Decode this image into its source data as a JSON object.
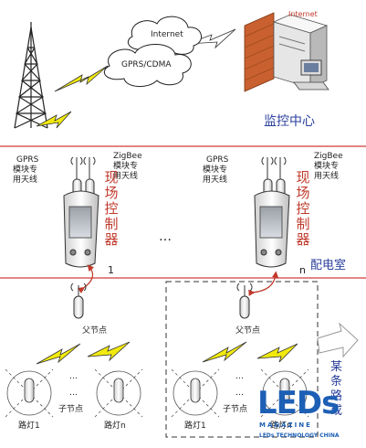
{
  "top": {
    "internet_cloud_label": "Internet",
    "gprs_cloud_label": "GPRS/CDMA",
    "server_label": "Internet",
    "center_label": "监控中心"
  },
  "controllers": [
    {
      "gprs_label_1": "GPRS",
      "gprs_label_2": "模块专",
      "gprs_label_3": "用天线",
      "zigbee_label_1": "ZigBee",
      "zigbee_label_2": "模块专",
      "zigbee_label_3": "用天线",
      "vertical_label": "现场控制器",
      "index": "1"
    },
    {
      "gprs_label_1": "GPRS",
      "gprs_label_2": "模块专",
      "gprs_label_3": "用天线",
      "zigbee_label_1": "ZigBee",
      "zigbee_label_2": "模块专",
      "zigbee_label_3": "用天线",
      "vertical_label": "现场控制器",
      "index": "n"
    }
  ],
  "ellipsis_mid": "…",
  "room_label": "配电室",
  "networks": [
    {
      "parent_label": "父节点",
      "child_label": "子节点",
      "dots_1": "…",
      "dots_2": "…",
      "lamp_left": "路灯1",
      "lamp_right": "路灯n"
    },
    {
      "parent_label": "父节点",
      "child_label": "子节点",
      "dots_1": "…",
      "dots_2": "…",
      "lamp_left": "路灯1",
      "lamp_right": "路灯n"
    }
  ],
  "side_label": "某条路或",
  "watermark": {
    "main": "LEDs",
    "sub1": "MAGAZINE",
    "sub2": "LEDs TECHNOLOGY CHINA"
  },
  "colors": {
    "divider": "#d23b3b",
    "zigbee_red": "#c0392b",
    "blue_text": "#2b3f9c",
    "lightning": "#f2ea0e",
    "server_wall": "#c8612f"
  }
}
